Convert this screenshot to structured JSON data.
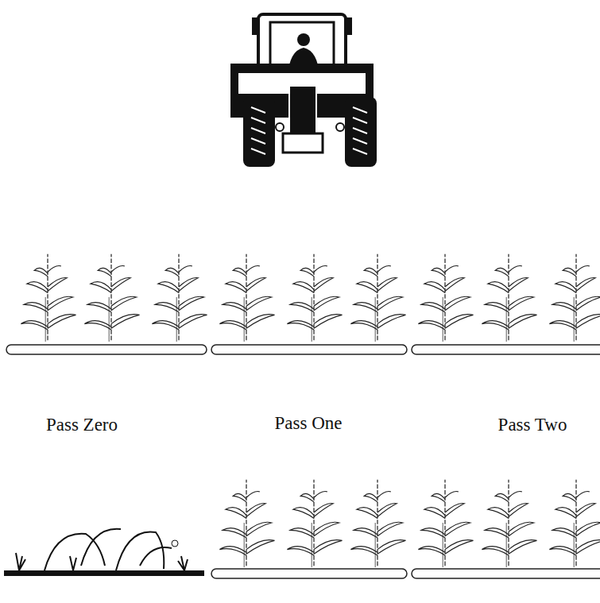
{
  "diagram": {
    "labels": [
      "Pass Zero",
      "Pass One",
      "Pass Two"
    ]
  }
}
